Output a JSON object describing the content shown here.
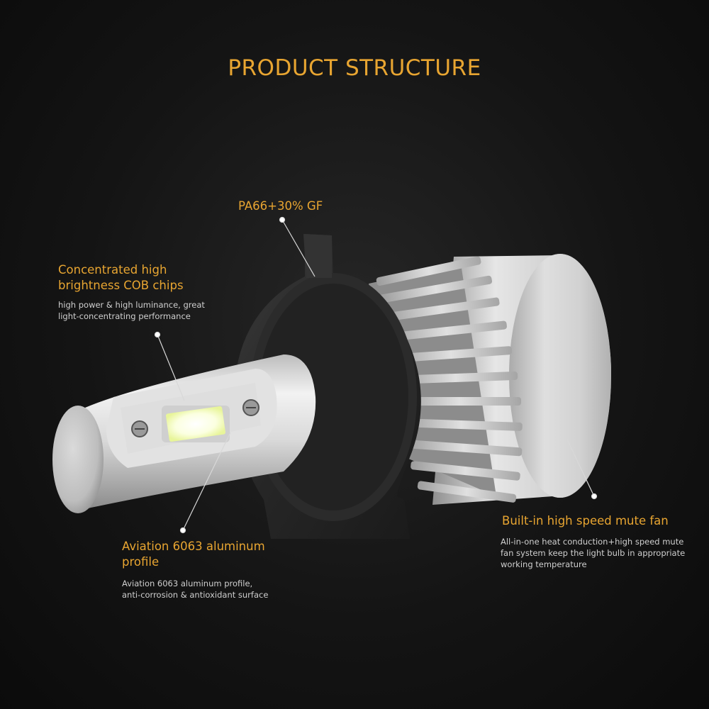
{
  "title": "PRODUCT STRUCTURE",
  "callouts": {
    "pa66": {
      "heading": "PA66+30% GF"
    },
    "cob": {
      "heading_lines": [
        "Concentrated high",
        "brightness COB chips"
      ],
      "desc_lines": [
        "high power & high luminance, great",
        "light-concentrating performance"
      ]
    },
    "aviation": {
      "heading_lines": [
        "Aviation 6063 aluminum",
        "profile"
      ],
      "desc_lines": [
        "Aviation 6063 aluminum profile,",
        "anti-corrosion & antioxidant surface"
      ]
    },
    "fan": {
      "heading": "Built-in high speed mute fan",
      "desc_lines": [
        "All-in-one heat conduction+high speed mute",
        "fan system keep the light bulb in appropriate",
        "working temperature"
      ]
    }
  },
  "colors": {
    "accent": "#e8a531",
    "background": "#141414",
    "text_secondary": "#cfcfcf"
  }
}
